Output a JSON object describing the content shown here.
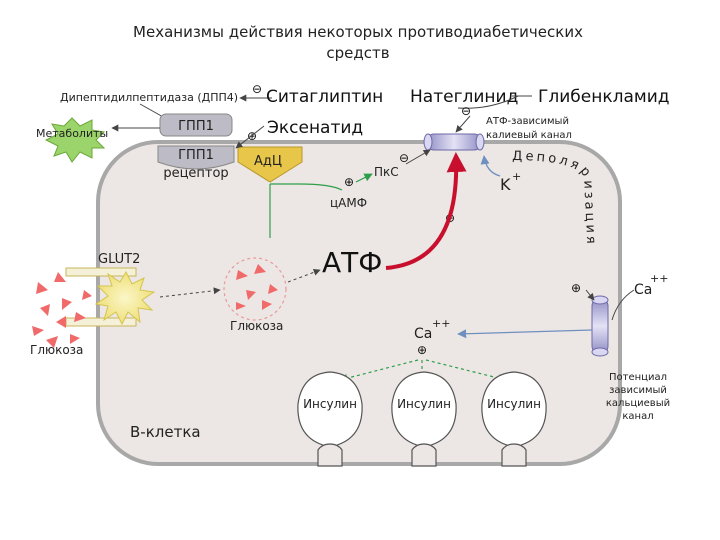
{
  "title": {
    "line1": "Механизмы действия некоторых противодиабетических",
    "line2": "средств"
  },
  "labels": {
    "dpp4": "Дипептидилпептидаза (ДПП4)",
    "metabolites": "Метаболиты",
    "glp1": "ГПП1",
    "glp1_receptor_1": "ГПП1",
    "glp1_receptor_2": "рецептор",
    "adc": "АдЦ",
    "camp": "цАМФ",
    "pkc": "ПкС",
    "atp": "АТФ",
    "glut2": "GLUT2",
    "glucose_out": "Глюкоза",
    "glucose_in": "Глюкоза",
    "k_ion": "K",
    "k_sup": "+",
    "katp_channel_1": "АТФ-зависимый",
    "katp_channel_2": "калиевый канал",
    "depolarization": "Деполяризация",
    "ca_in": "Ca",
    "ca_in_sup": "++",
    "ca_out": "Ca",
    "ca_out_sup": "++",
    "insulin_1": "Инсулин",
    "insulin_2": "Инсулин",
    "insulin_3": "Инсулин",
    "beta_cell": "В-клетка",
    "vgcc_1": "Потенциал",
    "vgcc_2": "зависимый",
    "vgcc_3": "кальциевый",
    "vgcc_4": "канал"
  },
  "drugs": {
    "sitagliptin": "Ситаглиптин",
    "exenatide": "Эксенатид",
    "nateglinide": "Натеглинид",
    "glibenclamide": "Глибенкламид"
  },
  "signs": {
    "minus": "⊖",
    "plus": "⊕"
  },
  "colors": {
    "cell_fill": "#ece7e4",
    "cell_border": "#a8a8a8",
    "drug_arrow": "#c8102e",
    "activation_arrow": "#2e9e4a",
    "glp1_box": "#bdbcc6",
    "adc_box": "#e8c64a",
    "glucose_marker": "#f06a6a",
    "channel": "#b9b6e0",
    "metabolite_burst": "#9bd46a",
    "glut2_burst": "#f3e77a"
  }
}
